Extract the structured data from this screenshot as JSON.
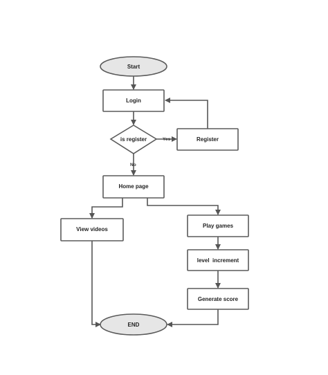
{
  "nodes": {
    "start": "Start",
    "login": "Login",
    "is_register": "is register",
    "register": "Register",
    "home_page": "Home page",
    "view_videos": "View videos",
    "play_games": "Play games",
    "level_increment": "level  increment",
    "generate_score": "Generate score",
    "end": "END"
  },
  "edges": {
    "yes": "Yes",
    "no": "No"
  }
}
